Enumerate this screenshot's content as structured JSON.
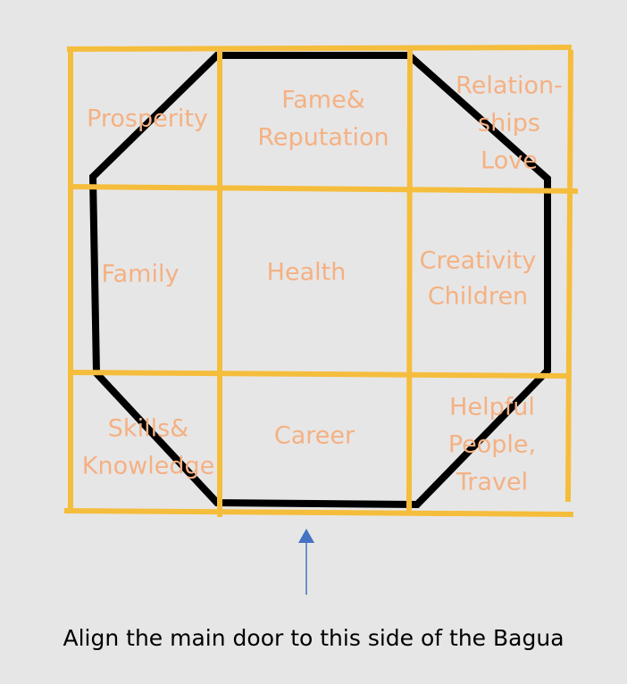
{
  "bagua": {
    "cells": [
      {
        "id": "prosperity",
        "lines": [
          "Prosperity"
        ]
      },
      {
        "id": "fame",
        "lines": [
          "Fame&",
          "Reputation"
        ]
      },
      {
        "id": "relationships",
        "lines": [
          "Relation-",
          "ships",
          "Love"
        ]
      },
      {
        "id": "family",
        "lines": [
          "Family"
        ]
      },
      {
        "id": "health",
        "lines": [
          "Health"
        ]
      },
      {
        "id": "creativity",
        "lines": [
          "Creativity",
          "Children"
        ]
      },
      {
        "id": "skills",
        "lines": [
          "Skills&",
          "Knowledge"
        ]
      },
      {
        "id": "career",
        "lines": [
          "Career"
        ]
      },
      {
        "id": "helpful",
        "lines": [
          "Helpful",
          "People,",
          "Travel"
        ]
      }
    ]
  },
  "caption": "Align the main door to this side of the Bagua",
  "colors": {
    "grid": "#f5bd3c",
    "octagon": "#000000",
    "label": "#f4b183",
    "arrow": "#4472c4",
    "background": "#e7e6e6"
  }
}
